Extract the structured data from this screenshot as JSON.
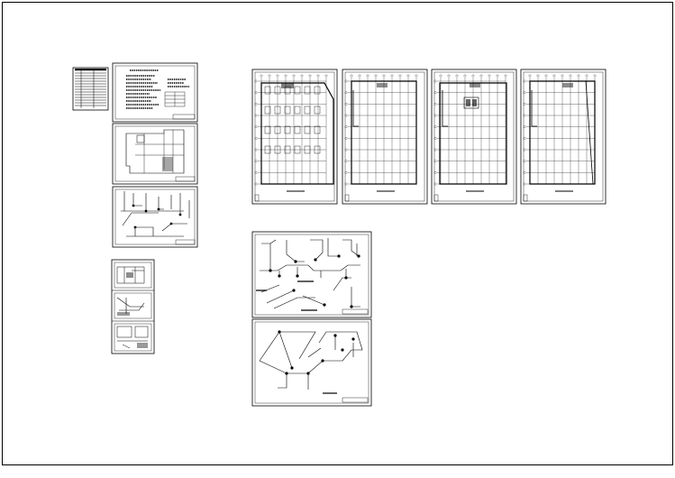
{
  "canvas": {
    "background": "#ffffff",
    "line_color": "#000000"
  },
  "sheets": [
    {
      "id": "index-table",
      "kind": "table"
    },
    {
      "id": "design-notes",
      "kind": "text"
    },
    {
      "id": "site-plan",
      "kind": "plan"
    },
    {
      "id": "riser-diagram-1",
      "kind": "riser"
    },
    {
      "id": "detail-stack",
      "kind": "detail"
    },
    {
      "id": "floor-plan-1",
      "kind": "floor-plan"
    },
    {
      "id": "floor-plan-2",
      "kind": "floor-plan"
    },
    {
      "id": "floor-plan-3",
      "kind": "floor-plan"
    },
    {
      "id": "floor-plan-4",
      "kind": "floor-plan"
    },
    {
      "id": "system-diagram-1",
      "kind": "isometric"
    },
    {
      "id": "system-diagram-2",
      "kind": "isometric"
    }
  ]
}
